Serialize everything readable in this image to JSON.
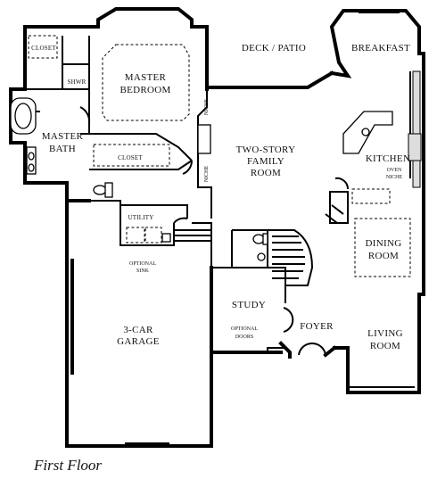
{
  "plan": {
    "caption": "First Floor",
    "rooms": {
      "closet_top": "CLOSET",
      "shower": "SHWR",
      "master_bedroom_1": "MASTER",
      "master_bedroom_2": "BEDROOM",
      "master_bath_1": "MASTER",
      "master_bath_2": "BATH",
      "closet_mid": "CLOSET",
      "deck_patio": "DECK / PATIO",
      "breakfast": "BREAKFAST",
      "niche_1": "NICHE",
      "niche_2": "NICHE",
      "family_room_1": "TWO-STORY",
      "family_room_2": "FAMILY",
      "family_room_3": "ROOM",
      "kitchen": "KITCHEN",
      "oven_niche_1": "OVEN",
      "oven_niche_2": "NICHE",
      "utility": "UTILITY",
      "optional_sink_1": "OPTIONAL",
      "optional_sink_2": "SINK",
      "dining_room_1": "DINING",
      "dining_room_2": "ROOM",
      "study": "STUDY",
      "optional_doors_1": "OPTIONAL",
      "optional_doors_2": "DOORS",
      "foyer": "FOYER",
      "garage_1": "3-CAR",
      "garage_2": "GARAGE",
      "living_room_1": "LIVING",
      "living_room_2": "ROOM"
    }
  }
}
